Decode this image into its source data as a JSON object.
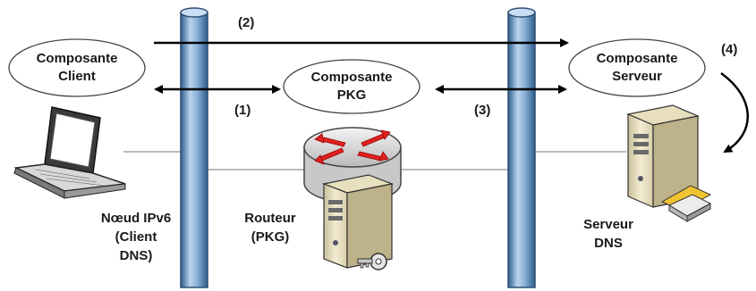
{
  "ellipses": {
    "client": [
      "Composante",
      "Client"
    ],
    "pkg": [
      "Composante",
      "PKG"
    ],
    "serveur": [
      "Composante",
      "Serveur"
    ]
  },
  "steps": {
    "s1": "(1)",
    "s2": "(2)",
    "s3": "(3)",
    "s4": "(4)"
  },
  "devices": {
    "node": [
      "Nœud IPv6",
      "(Client",
      "DNS)"
    ],
    "router": [
      "Routeur",
      "(PKG)"
    ],
    "dns": [
      "Serveur",
      "DNS"
    ]
  },
  "icons": {
    "laptop": "laptop-icon",
    "router": "router-icon",
    "router_server": "server-icon",
    "key": "key-icon",
    "dns_server": "server-icon",
    "network_card": "network-card-icon"
  },
  "colors": {
    "pipe": "#8fb4d9",
    "pipe_edge": "#2e4f74",
    "arrow": "#000000",
    "router_arrows": "#e02020",
    "server_body": "#efe6c4"
  }
}
